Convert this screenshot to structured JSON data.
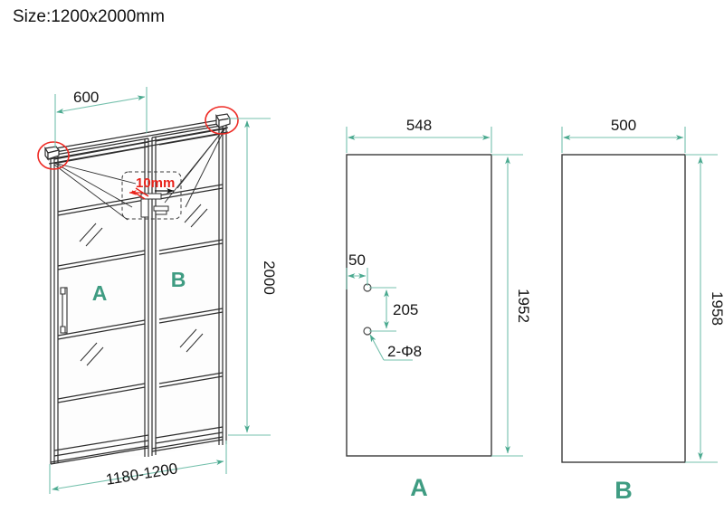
{
  "title": "Size:1200x2000mm",
  "colors": {
    "dimension_line": "#74c0ac",
    "panel_label": "#3f9c82",
    "highlight_circle": "#ee2a24",
    "callout_text": "#e8221a",
    "outline": "#3a3a3a",
    "text": "#141414"
  },
  "views": {
    "isometric": {
      "name": "sliding-shower-door-isometric",
      "dimensions": {
        "top_width": "600",
        "height": "2000",
        "bottom_width": "1180-1200"
      },
      "panel_labels": [
        "A",
        "B"
      ],
      "callout": {
        "label": "10mm",
        "note_shape": "dashed-rounded-rect"
      },
      "highlight_count": 2
    },
    "panel_a": {
      "name": "glass-panel-a",
      "label": "A",
      "dimensions": {
        "width": "548",
        "height": "1952",
        "hole_edge_offset": "50",
        "hole_spacing": "205",
        "hole_callout": "2-Φ8"
      }
    },
    "panel_b": {
      "name": "glass-panel-b",
      "label": "B",
      "dimensions": {
        "width": "500",
        "height": "1958"
      }
    }
  }
}
